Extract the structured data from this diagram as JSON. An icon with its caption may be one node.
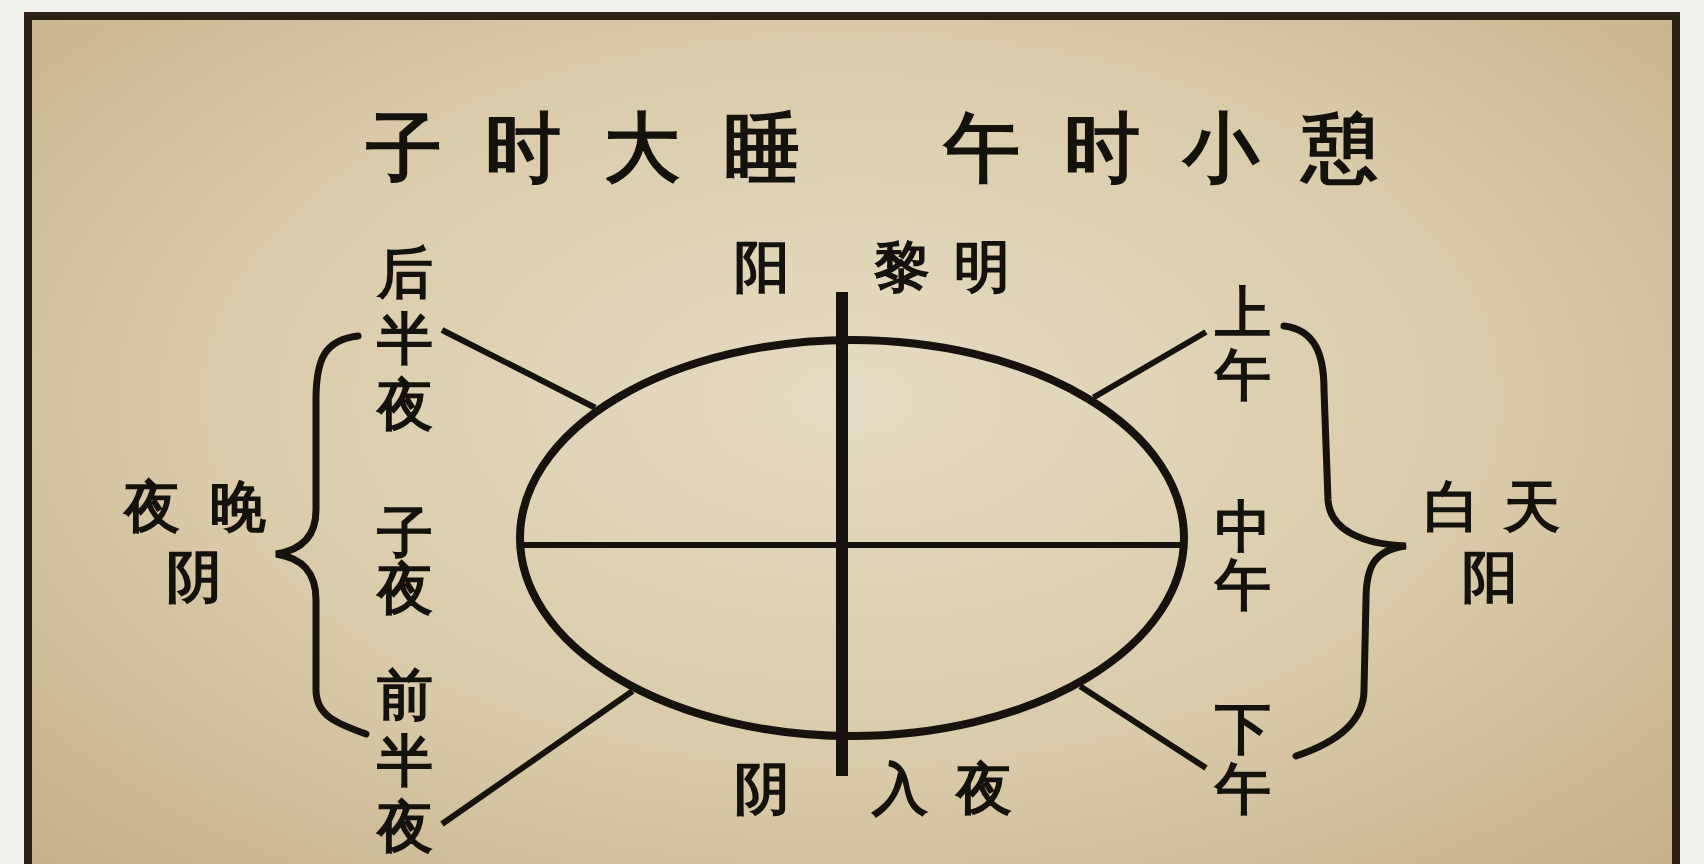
{
  "diagram": {
    "title": "子时大睡 午时小憩",
    "nodes": [
      {
        "text": [
          "后半夜"
        ]
      },
      {
        "text": [
          "上午"
        ]
      },
      {
        "text": [],
        "shape": "ellipse"
      },
      {
        "text": [
          "前半夜"
        ]
      },
      {
        "text": [
          "下午"
        ]
      }
    ],
    "edges": [
      {
        "from": 0,
        "to": 2,
        "arrow": "none"
      },
      {
        "from": 1,
        "to": 2,
        "arrow": "none"
      },
      {
        "from": 3,
        "to": 2,
        "arrow": "none"
      },
      {
        "from": 4,
        "to": 2,
        "arrow": "none"
      }
    ],
    "labels": [
      "阳",
      "黎明",
      "夜晚",
      "阴",
      "子夜",
      "中午",
      "白天",
      "阳",
      "阴",
      "入夜"
    ]
  }
}
